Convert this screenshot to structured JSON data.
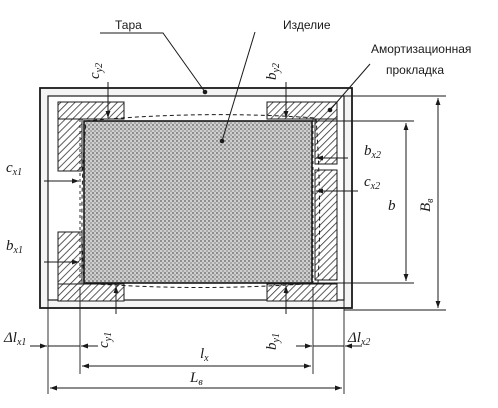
{
  "labels": {
    "tara": "Тара",
    "izdelie": "Изделие",
    "amort_line1": "Амортизационная",
    "amort_line2": "прокладка"
  },
  "dimensions": {
    "cy2": {
      "main": "c",
      "sub": "y2"
    },
    "by2": {
      "main": "b",
      "sub": "y2"
    },
    "cx1": {
      "main": "c",
      "sub": "x1"
    },
    "bx2": {
      "main": "b",
      "sub": "x2"
    },
    "cx2": {
      "main": "c",
      "sub": "x2"
    },
    "b": {
      "main": "b",
      "sub": ""
    },
    "Bv": {
      "main": "B",
      "sub": "в"
    },
    "bx1": {
      "main": "b",
      "sub": "x1"
    },
    "dlx1": {
      "main": "Δl",
      "sub": "x1"
    },
    "cy1": {
      "main": "c",
      "sub": "y1"
    },
    "lx": {
      "main": "l",
      "sub": "x"
    },
    "by1": {
      "main": "b",
      "sub": "y1"
    },
    "dlx2": {
      "main": "Δl",
      "sub": "x2"
    },
    "Lv": {
      "main": "L",
      "sub": "в"
    }
  }
}
